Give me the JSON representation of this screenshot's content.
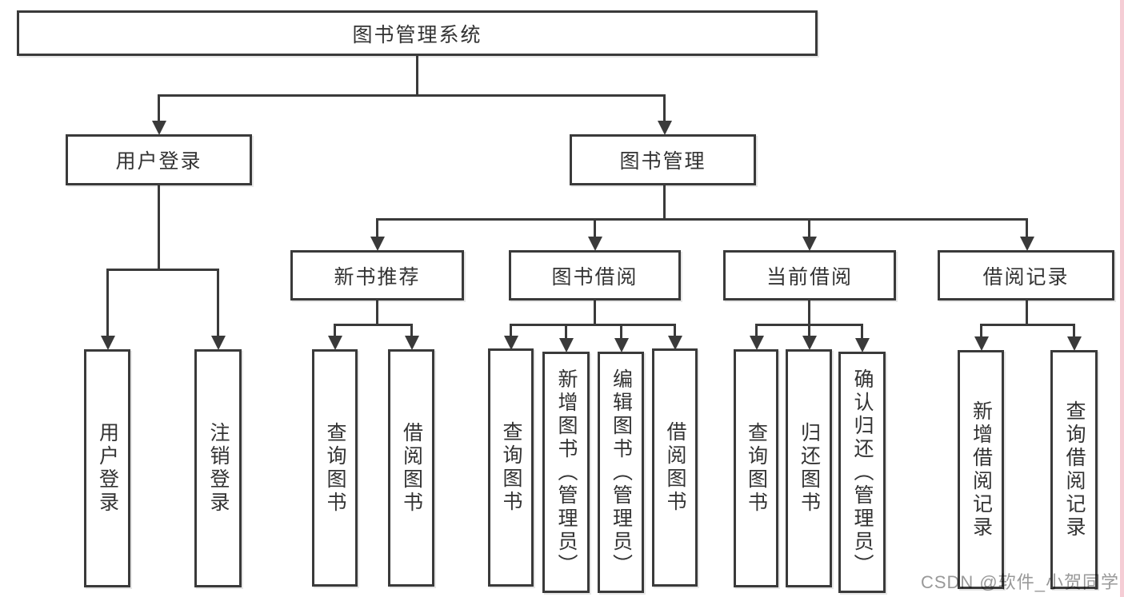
{
  "diagram_type": "hierarchy",
  "tree": {
    "label": "图书管理系统",
    "children": [
      {
        "label": "用户登录",
        "children": [
          {
            "label": "用户登录"
          },
          {
            "label": "注销登录"
          }
        ]
      },
      {
        "label": "图书管理",
        "children": [
          {
            "label": "新书推荐",
            "children": [
              {
                "label": "查询图书"
              },
              {
                "label": "借阅图书"
              }
            ]
          },
          {
            "label": "图书借阅",
            "children": [
              {
                "label": "查询图书"
              },
              {
                "label": "新增图书（管理员）"
              },
              {
                "label": "编辑图书（管理员）"
              },
              {
                "label": "借阅图书"
              }
            ]
          },
          {
            "label": "当前借阅",
            "children": [
              {
                "label": "查询图书"
              },
              {
                "label": "归还图书"
              },
              {
                "label": "确认归还（管理员）"
              }
            ]
          },
          {
            "label": "借阅记录",
            "children": [
              {
                "label": "新增借阅记录"
              },
              {
                "label": "查询借阅记录"
              }
            ]
          }
        ]
      }
    ]
  },
  "watermark": {
    "text": "CSDN @软件_小贺同学"
  },
  "colors": {
    "line": "#3a3a3a",
    "text": "#333333",
    "watermark": "#999999",
    "edge": "#f5cdd5"
  }
}
